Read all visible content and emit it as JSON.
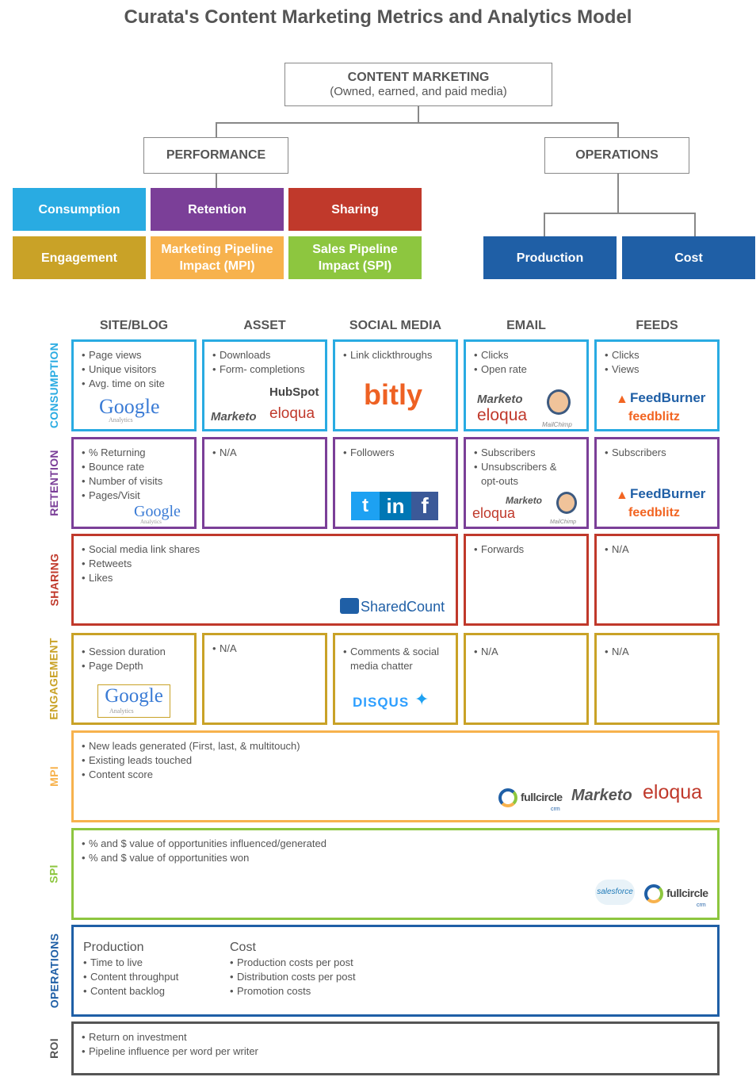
{
  "title": "Curata's Content Marketing Metrics and Analytics Model",
  "top": {
    "main": "CONTENT MARKETING",
    "sub": "(Owned, earned, and paid media)"
  },
  "performance": "PERFORMANCE",
  "operations": "OPERATIONS",
  "categories": {
    "consumption": "Consumption",
    "retention": "Retention",
    "sharing": "Sharing",
    "engagement": "Engagement",
    "mpi": "Marketing Pipeline Impact (MPI)",
    "spi": "Sales Pipeline Impact (SPI)",
    "production": "Production",
    "cost": "Cost"
  },
  "columns": [
    "SITE/BLOG",
    "ASSET",
    "SOCIAL MEDIA",
    "EMAIL",
    "FEEDS"
  ],
  "rows": [
    "CONSUMPTION",
    "RETENTION",
    "SHARING",
    "ENGAGEMENT",
    "MPI",
    "SPI",
    "OPERATIONS",
    "ROI"
  ],
  "colors": {
    "consumption": "#29abe2",
    "retention": "#7b3f98",
    "sharing": "#c0392b",
    "engagement": "#c9a227",
    "mpi": "#f7b24d",
    "spi": "#8dc63f",
    "operations": "#1f5fa6",
    "roi": "#555555"
  },
  "cells": {
    "c_site": [
      "Page views",
      "Unique visitors",
      "Avg. time on site"
    ],
    "c_asset": [
      "Downloads",
      "Form- completions"
    ],
    "c_social": [
      "Link clickthroughs"
    ],
    "c_email": [
      "Clicks",
      "Open rate"
    ],
    "c_feeds": [
      "Clicks",
      "Views"
    ],
    "r_site": [
      "% Returning",
      "Bounce rate",
      "Number of visits",
      "Pages/Visit"
    ],
    "r_asset": [
      "N/A"
    ],
    "r_social": [
      "Followers"
    ],
    "r_email": [
      "Subscribers",
      "Unsubscribers & opt-outs"
    ],
    "r_feeds": [
      "Subscribers"
    ],
    "s_wide": [
      "Social media link shares",
      "Retweets",
      "Likes"
    ],
    "s_email": [
      "Forwards"
    ],
    "s_feeds": [
      "N/A"
    ],
    "e_site": [
      "Session duration",
      "Page Depth"
    ],
    "e_asset": [
      "N/A"
    ],
    "e_social": [
      "Comments & social media chatter"
    ],
    "e_email": [
      "N/A"
    ],
    "e_feeds": [
      "N/A"
    ],
    "mpi": [
      "New leads generated (First, last, & multitouch)",
      "Existing leads touched",
      "Content score"
    ],
    "spi": [
      "% and $ value of opportunities influenced/generated",
      "% and $ value of opportunities won"
    ],
    "ops_prod_title": "Production",
    "ops_prod": [
      "Time to live",
      "Content throughput",
      "Content backlog"
    ],
    "ops_cost_title": "Cost",
    "ops_cost": [
      "Production costs per post",
      "Distribution costs per post",
      "Promotion costs"
    ],
    "roi": [
      "Return on investment",
      "Pipeline influence per word per writer"
    ]
  },
  "logos": {
    "google": "Google",
    "analytics": "Analytics",
    "hubspot": "HubSpot",
    "marketo": "Marketo",
    "eloqua": "eloqua",
    "bitly": "bitly",
    "mailchimp": "MailChimp",
    "feedburner": "FeedBurner",
    "feedblitz": "feedblitz",
    "twitter": "t",
    "linkedin": "in",
    "facebook": "f",
    "sharedcount": "SharedCount",
    "disqus": "DISQUS",
    "fullcircle": "fullcircle",
    "crm": "crm",
    "salesforce": "salesforce"
  }
}
